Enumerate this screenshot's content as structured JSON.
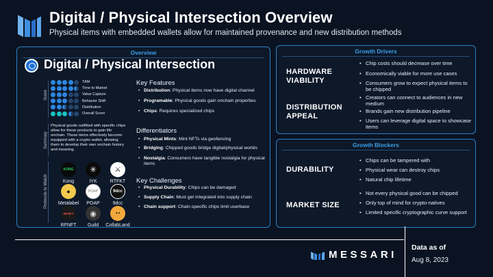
{
  "header": {
    "title": "Digital / Physical Intersection Overview",
    "subtitle": "Physical items with embedded wallets allow for maintained provenance and new distribution methods"
  },
  "overview": {
    "panel_title": "Overview",
    "heading": "Digital / Physical Intersection",
    "score_label": "Score",
    "scores": [
      {
        "label": "TAM",
        "filled": 4,
        "half": 0,
        "style": "blue"
      },
      {
        "label": "Time to Market",
        "filled": 4,
        "half": 1,
        "style": "blue"
      },
      {
        "label": "Value Capture",
        "filled": 3,
        "half": 0,
        "style": "blue"
      },
      {
        "label": "Behavior Shift",
        "filled": 3,
        "half": 0,
        "style": "blue"
      },
      {
        "label": "Distribution",
        "filled": 2,
        "half": 1,
        "style": "blue"
      },
      {
        "label": "Overall Score",
        "filled": 3,
        "half": 1,
        "style": "teal"
      }
    ],
    "summary_label": "Summary",
    "summary": "Physical goods outfitted with specific chips allow for these products to gain life onchain. These items effectively become equipped with a crypto wallet, allowing them to develop their own onchain history and meaning.",
    "protocols_label": "Protocols to Watch",
    "protocols": [
      {
        "name": "Kong",
        "badge": "KONG"
      },
      {
        "name": "IYK",
        "badge": "✳"
      },
      {
        "name": "RTFKT",
        "badge": "⚔"
      },
      {
        "name": "Metalabel",
        "badge": "●"
      },
      {
        "name": "POAP",
        "badge": "POAP"
      },
      {
        "name": "9dcc",
        "badge": "9dcc"
      },
      {
        "name": "RFNFT",
        "badge": "RFNFT"
      },
      {
        "name": "Guild",
        "badge": "◉"
      },
      {
        "name": "CollabLand",
        "badge": "◕◕"
      }
    ],
    "key_features": {
      "heading": "Key Features",
      "items": [
        {
          "bold": "Distribution",
          "text": ": Physical items now have digital channel"
        },
        {
          "bold": "Programable",
          "text": ": Physical goods gain onchain properties"
        },
        {
          "bold": "Chips",
          "text": ": Requires specialized chips"
        }
      ]
    },
    "differentiators": {
      "heading": "Differentiators",
      "items": [
        {
          "bold": "Physical Mints",
          "text": ": Mint NFTs via geofencing"
        },
        {
          "bold": "Bridging",
          "text": ": Chipped goods bridge digital/physical worlds"
        },
        {
          "bold": "Nostalgia",
          "text": ": Consumers have tangible nostalgia for physical items"
        }
      ]
    },
    "key_challenges": {
      "heading": "Key Challenges",
      "items": [
        {
          "bold": "Physical Durability",
          "text": ": Chips can be damaged"
        },
        {
          "bold": "Supply Chain",
          "text": ": Must get integrated into supply chain"
        },
        {
          "bold": "Chain support",
          "text": ": Chain-specific chips limit userbase"
        }
      ]
    }
  },
  "growth_drivers": {
    "panel_title": "Growth Drivers",
    "groups": [
      {
        "label": "HARDWARE VIABILITY",
        "items": [
          "Chip costs should decrease over time",
          "Economically viable for more use cases",
          "Consumers grow to expect physical items to be chipped"
        ]
      },
      {
        "label": "DISTRIBUTION APPEAL",
        "items": [
          "Creators can connect to audiences in new medium",
          "Brands gain new distribution pipeline",
          "Users can leverage digital space to showcase items"
        ]
      }
    ]
  },
  "growth_blockers": {
    "panel_title": "Growth Blockers",
    "groups": [
      {
        "label": "DURABILITY",
        "items": [
          "Chips can be tampered with",
          "Physical wear can destroy chips",
          "Natural chip lifetime"
        ]
      },
      {
        "label": "MARKET SIZE",
        "items": [
          "Not every physical good can be chipped",
          "Only top of mind for crypto-natives",
          "Limited specific cryptographic curve support"
        ]
      }
    ]
  },
  "footer": {
    "brand": "MESSARI",
    "data_as_of": "Data as of",
    "date": "Aug 8, 2023"
  },
  "colors": {
    "background": "#0b1322",
    "accent": "#2c7fc4",
    "dot_on": "#2e86e0",
    "dot_off": "#25456b",
    "teal": "#19c2c0"
  }
}
